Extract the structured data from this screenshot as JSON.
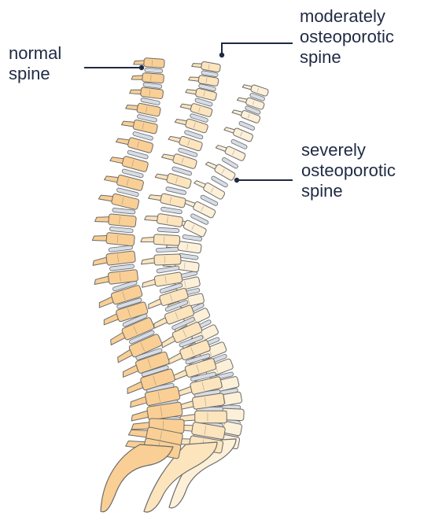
{
  "labels": {
    "normal": [
      "normal",
      "spine"
    ],
    "moderate": [
      "moderately",
      "osteoporotic",
      "spine"
    ],
    "severe": [
      "severely",
      "osteoporotic",
      "spine"
    ]
  },
  "colors": {
    "text": "#1f2a44",
    "leader_line": "#1f2a44",
    "normal_bone": "#f9cf95",
    "moderate_bone": "#fce4bd",
    "severe_bone": "#fdf0d8",
    "disc": "#d7dde6",
    "outline": "#6b6b6b"
  }
}
